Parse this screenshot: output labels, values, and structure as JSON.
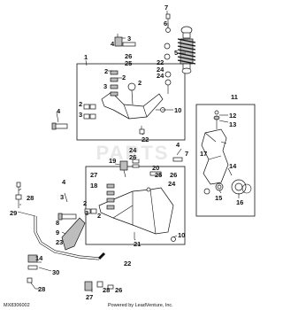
{
  "document_code": "MX8306002",
  "watermark": "PARTS",
  "credit": "Powered by LeadVenture, Inc.",
  "labels": {
    "l7a": "7",
    "l6": "6",
    "l5": "5",
    "l3a": "3",
    "l4a": "4",
    "l1": "1",
    "l2a": "2",
    "l2b": "2",
    "l26a": "26",
    "l25": "25",
    "l22a": "22",
    "l24a": "24",
    "l24b": "24",
    "l3b": "3",
    "l2c": "2",
    "l2d": "2",
    "l3c": "3",
    "l4b": "4",
    "l10a": "10",
    "l22b": "22",
    "l11": "11",
    "l12": "12",
    "l13": "13",
    "l17": "17",
    "l14": "14",
    "l15": "15",
    "l16": "16",
    "l4c": "4",
    "l7b": "7",
    "l19": "19",
    "l24c": "24",
    "l26b": "26",
    "l20": "20",
    "l27": "27",
    "l18": "18",
    "l28a": "28",
    "l29": "29",
    "l3d": "3",
    "l4d": "4",
    "l2e": "2",
    "l2f": "2",
    "l3e": "3",
    "l10b": "10",
    "l21": "21",
    "l8": "8",
    "l9": "9",
    "l23": "23",
    "l14b": "14",
    "l30": "30",
    "l28b": "28",
    "l27b": "27",
    "l28c": "28",
    "l22c": "22",
    "l26c": "26",
    "l25b": "25",
    "l26d": "26",
    "l24d": "24"
  }
}
